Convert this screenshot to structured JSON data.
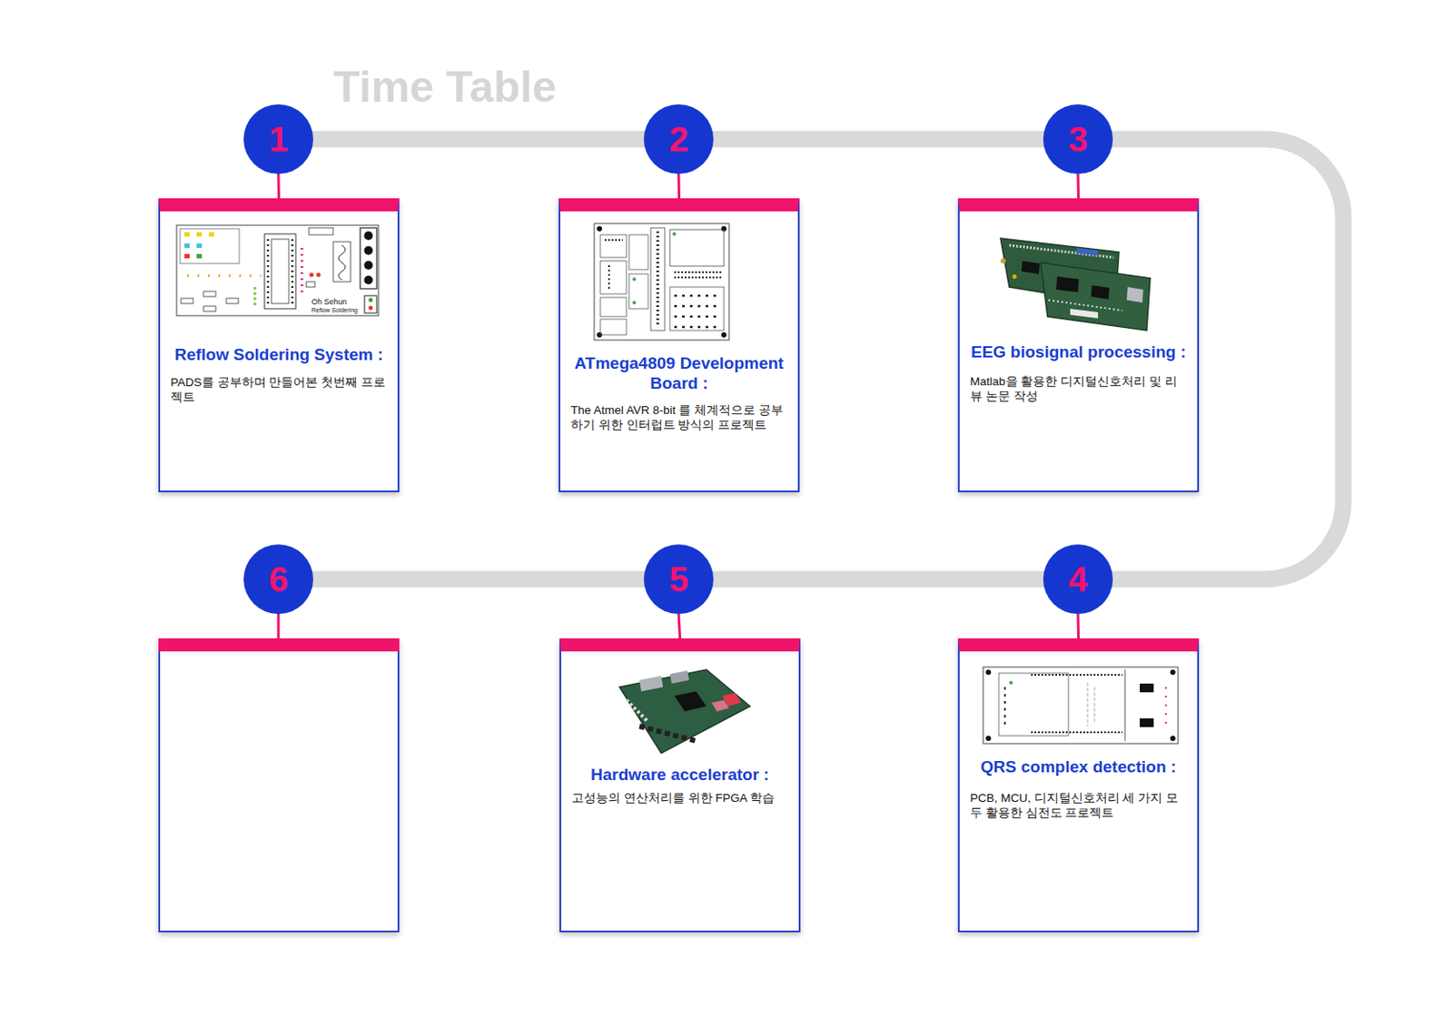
{
  "diagram": {
    "title": "Time Table",
    "nodes": [
      {
        "text": [
          "1"
        ]
      },
      {
        "text": [
          "Reflow Soldering System :",
          "PADS를 공부하며 만들어본 첫번째 프로젝트"
        ]
      },
      {
        "text": [
          "2"
        ]
      },
      {
        "text": [
          "ATmega4809 Development Board :",
          "The Atmel AVR 8-bit 를 체계적으로 공부하기 위한 인터럽트 방식의 프로젝트"
        ]
      },
      {
        "text": [
          "3"
        ]
      },
      {
        "text": [
          "EEG biosignal processing :",
          "Matlab을 활용한 디지털신호처리 및 리뷰 논문 작성"
        ]
      },
      {
        "text": [
          "4"
        ]
      },
      {
        "text": [
          "QRS complex detection :",
          "PCB, MCU, 디지털신호처리 세 가지 모두 활용한 심전도 프로젝트"
        ]
      },
      {
        "text": [
          "5"
        ]
      },
      {
        "text": [
          "Hardware accelerator :",
          "고성능의 연산처리를 위한 FPGA 학습"
        ]
      },
      {
        "text": [
          "6"
        ]
      }
    ],
    "edges": [
      {
        "from": 0,
        "to": 2,
        "arrow": "none"
      },
      {
        "from": 2,
        "to": 4,
        "arrow": "none"
      },
      {
        "from": 4,
        "to": 6,
        "arrow": "none"
      },
      {
        "from": 6,
        "to": 8,
        "arrow": "none"
      },
      {
        "from": 8,
        "to": 10,
        "arrow": "none"
      },
      {
        "from": 0,
        "to": 1,
        "arrow": "none"
      },
      {
        "from": 2,
        "to": 3,
        "arrow": "none"
      },
      {
        "from": 4,
        "to": 5,
        "arrow": "none"
      },
      {
        "from": 6,
        "to": 7,
        "arrow": "none"
      },
      {
        "from": 8,
        "to": 9,
        "arrow": "none"
      }
    ],
    "labels": [
      "Oh Sehun",
      "Reflow Soldering"
    ]
  }
}
